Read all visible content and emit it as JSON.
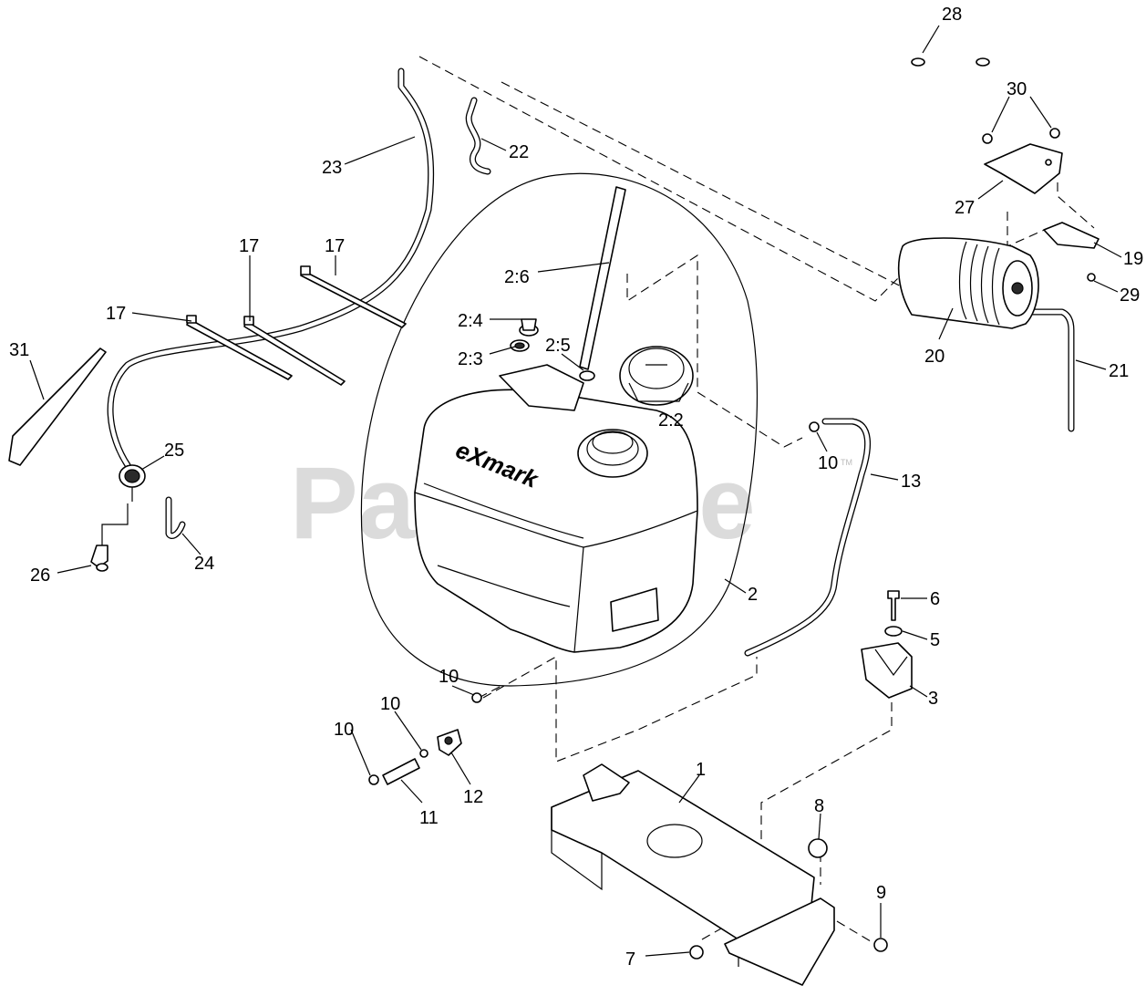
{
  "watermark": "PartsTree",
  "watermark_tm": "TM",
  "brand": "eXmark",
  "callouts": {
    "c28": "28",
    "c30": "30",
    "c22": "22",
    "c23": "23",
    "c27": "27",
    "c19": "19",
    "c29": "29",
    "c20": "20",
    "c21": "21",
    "c17a": "17",
    "c17b": "17",
    "c17c": "17",
    "c26_6": "2:6",
    "c24_4": "2:4",
    "c23_3": "2:3",
    "c25_5": "2:5",
    "c22_2": "2:2",
    "c31": "31",
    "c25": "25",
    "c26": "26",
    "c24": "24",
    "c10a": "10",
    "c13": "13",
    "c2": "2",
    "c6": "6",
    "c5": "5",
    "c3": "3",
    "c10b": "10",
    "c10c": "10",
    "c10d": "10",
    "c12": "12",
    "c11": "11",
    "c1": "1",
    "c8": "8",
    "c9": "9",
    "c7": "7"
  }
}
